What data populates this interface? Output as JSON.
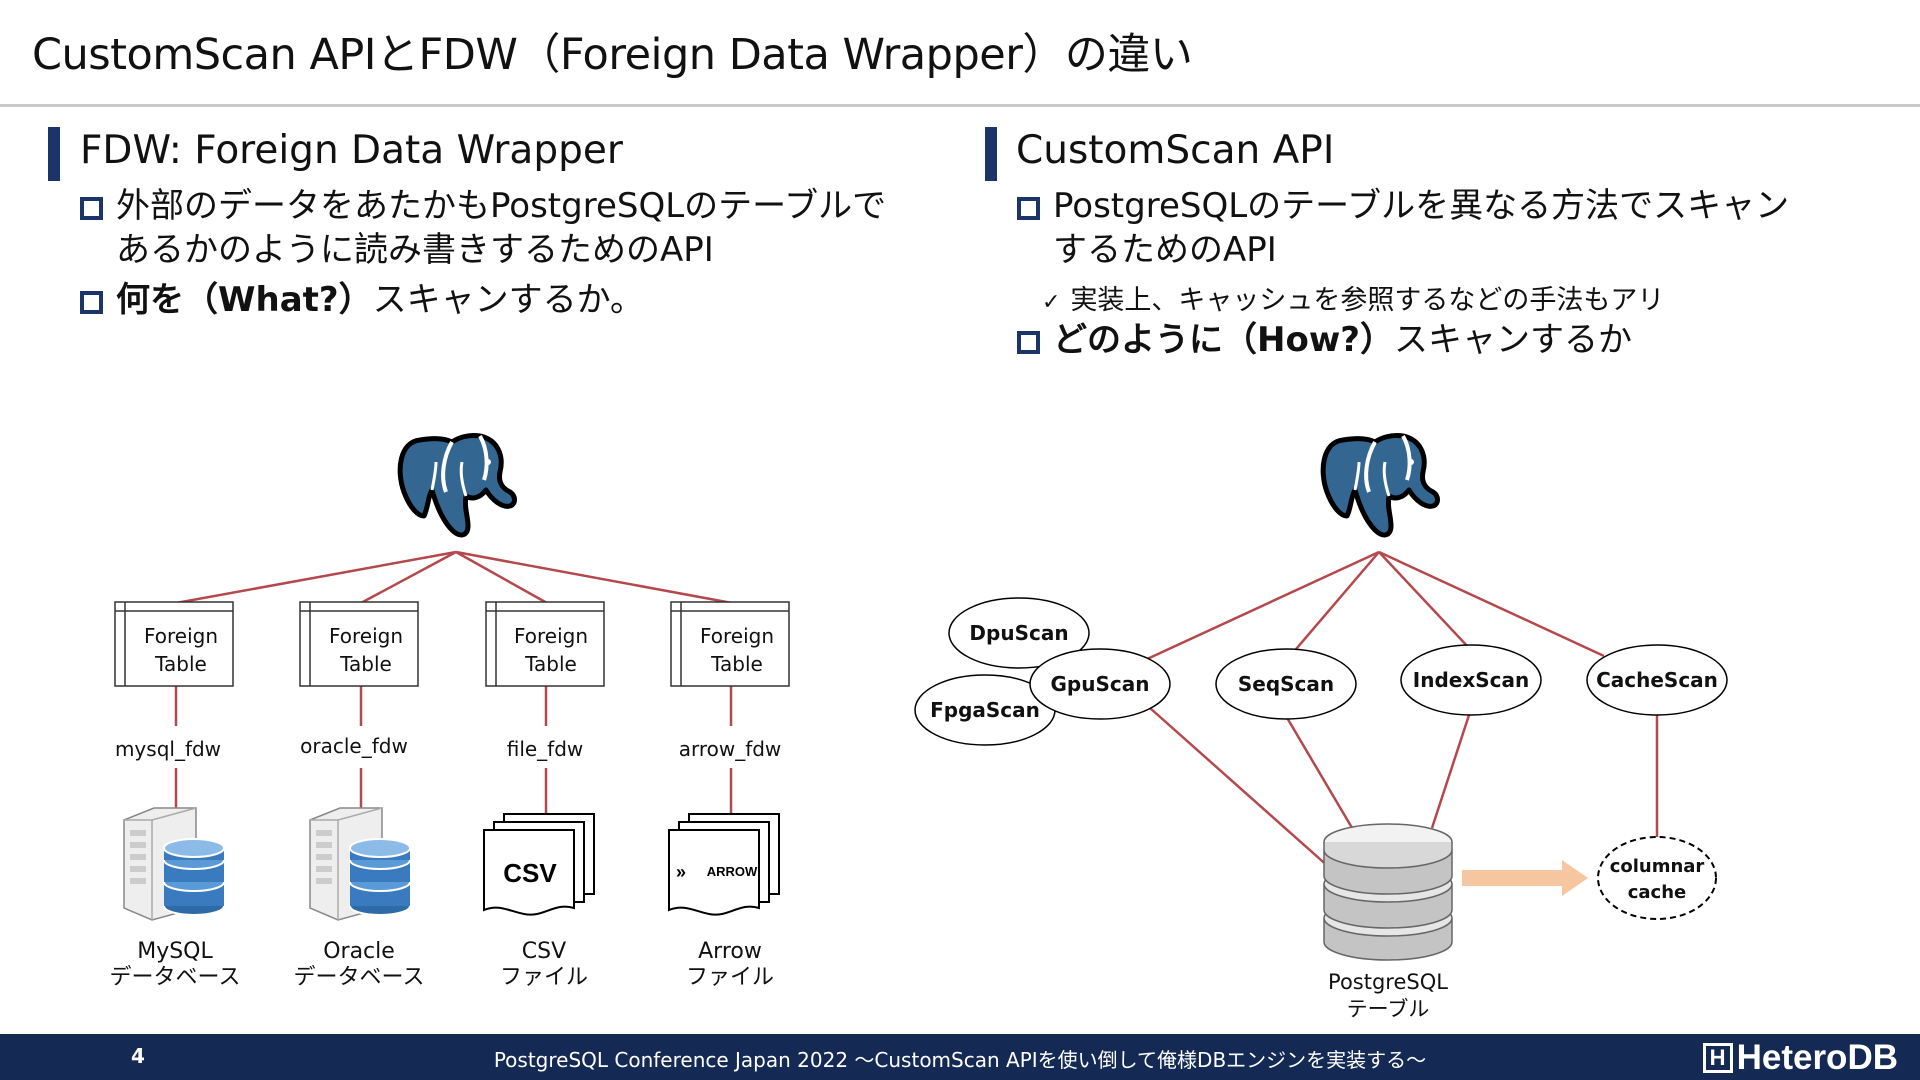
{
  "title": "CustomScan APIとFDW（Foreign Data Wrapper）の違い",
  "left": {
    "heading": "FDW: Foreign Data Wrapper",
    "bullet1_line1": "外部のデータをあたかもPostgreSQLのテーブルで",
    "bullet1_line2": "あるかのように読み書きするためのAPI",
    "bullet2_bold": "何を（What?）",
    "bullet2_rest": "スキャンするか。"
  },
  "right": {
    "heading": "CustomScan API",
    "bullet1_line1": "PostgreSQLのテーブルを異なる方法でスキャン",
    "bullet1_line2": "するためのAPI",
    "sub": "実装上、キャッシュを参照するなどの手法もアリ",
    "bullet2_bold": "どのように（How?）",
    "bullet2_rest": "スキャンするか"
  },
  "fdw_diagram": {
    "foreign_table_line1": "Foreign",
    "foreign_table_line2": "Table",
    "wrappers": [
      "mysql_fdw",
      "oracle_fdw",
      "file_fdw",
      "arrow_fdw"
    ],
    "targets": [
      {
        "line1": "MySQL",
        "line2": "データベース"
      },
      {
        "line1": "Oracle",
        "line2": "データベース"
      },
      {
        "line1": "CSV",
        "line2": "ファイル"
      },
      {
        "line1": "Arrow",
        "line2": "ファイル"
      }
    ],
    "csv_icon_text": "CSV",
    "arrow_icon_text": "ARROW"
  },
  "customscan_diagram": {
    "nodes": [
      "DpuScan",
      "FpgaScan",
      "GpuScan",
      "SeqScan",
      "IndexScan",
      "CacheScan"
    ],
    "cache_line1": "columnar",
    "cache_line2": "cache",
    "table_line1": "PostgreSQL",
    "table_line2": "テーブル"
  },
  "footer": {
    "page": "4",
    "text": "PostgreSQL Conference Japan 2022 ～CustomScan APIを使い倒して俺様DBエンジンを実装する～",
    "brand": "HeteroDB"
  },
  "colors": {
    "accent": "#1c3568",
    "line": "#b5484d",
    "elephant": "#336791",
    "footer_bg": "#142a55",
    "arrow": "#f5c6a0"
  }
}
